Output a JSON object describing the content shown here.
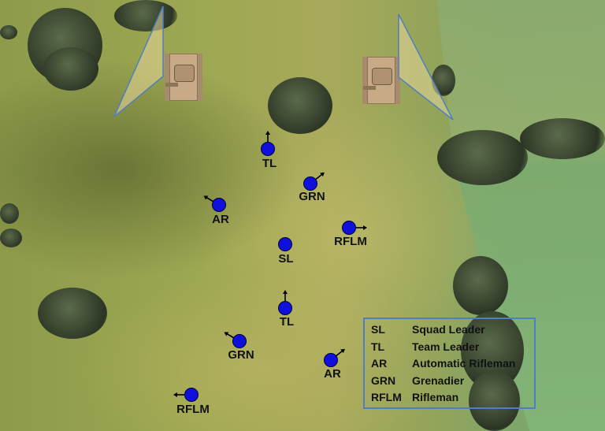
{
  "colors": {
    "unit": "#1010dd",
    "legend_border": "#4f7fc0",
    "sector_fill": "#e8d79a",
    "sector_line": "#4f7fc0"
  },
  "units": [
    {
      "label": "TL",
      "heading": "north"
    },
    {
      "label": "GRN",
      "heading": "northeast"
    },
    {
      "label": "AR",
      "heading": "northwest"
    },
    {
      "label": "RFLM",
      "heading": "east"
    },
    {
      "label": "SL",
      "heading": "none"
    },
    {
      "label": "TL",
      "heading": "north"
    },
    {
      "label": "GRN",
      "heading": "northwest"
    },
    {
      "label": "AR",
      "heading": "northeast"
    },
    {
      "label": "RFLM",
      "heading": "west"
    }
  ],
  "legend": [
    {
      "abbr": "SL",
      "name": "Squad Leader"
    },
    {
      "abbr": "TL",
      "name": "Team Leader"
    },
    {
      "abbr": "AR",
      "name": "Automatic Rifleman"
    },
    {
      "abbr": "GRN",
      "name": "Grenadier"
    },
    {
      "abbr": "RFLM",
      "name": "Rifleman"
    }
  ],
  "vehicles": [
    {
      "icon": "tank-icon",
      "facing": "west"
    },
    {
      "icon": "tank-icon",
      "facing": "west"
    }
  ]
}
